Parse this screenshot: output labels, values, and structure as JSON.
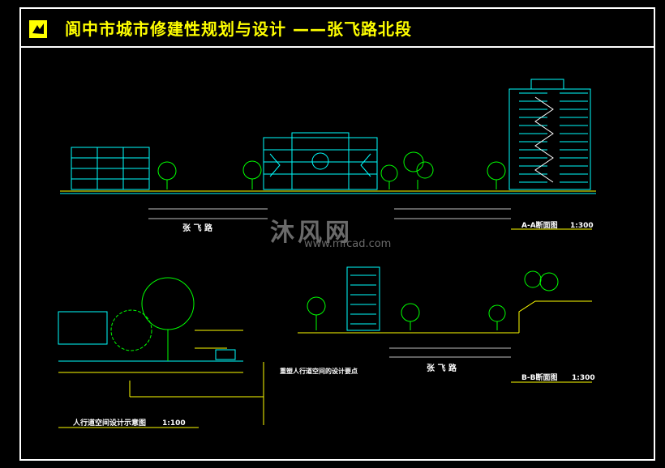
{
  "title": "阆中市城市修建性规划与设计 ——张飞路北段",
  "watermark": {
    "brand": "沐风网",
    "url": "www.mfcad.com"
  },
  "section_a": {
    "road_name": "张 飞 路",
    "caption": "A-A断面图",
    "scale": "1:300"
  },
  "section_b": {
    "road_name": "张 飞 路",
    "caption": "B-B断面图",
    "scale": "1:300"
  },
  "pedestrian": {
    "caption": "人行道空间设计示意图",
    "scale": "1:100"
  },
  "notes_title": "重塑人行道空间的设计要点",
  "colors": {
    "line": "#00ffff",
    "text": "#ffff00",
    "tree": "#00ff00",
    "frame": "#ffffff"
  }
}
